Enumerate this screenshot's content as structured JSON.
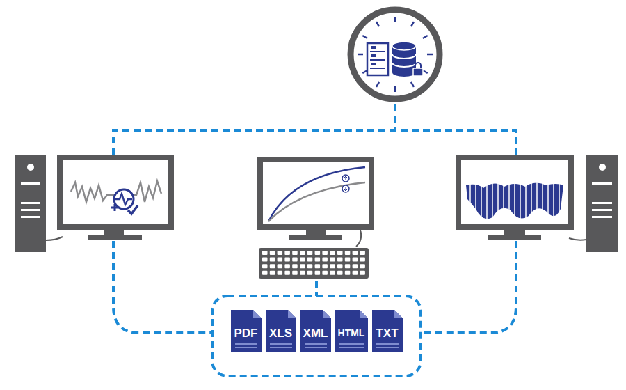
{
  "diagram": {
    "nodes": [
      {
        "text": [
          "PDF"
        ]
      },
      {
        "text": [
          "XLS"
        ]
      },
      {
        "text": [
          "XML"
        ]
      },
      {
        "text": [
          "HTML"
        ]
      },
      {
        "text": [
          "TXT"
        ]
      }
    ]
  }
}
